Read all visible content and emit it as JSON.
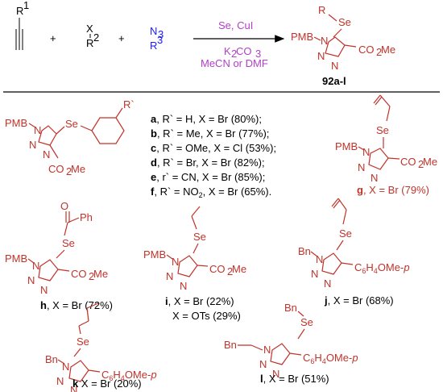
{
  "reaction": {
    "alkyne_r": "R",
    "alkyne_sup": "1",
    "plus1": "+",
    "halide_x": "X",
    "halide_r": "R",
    "halide_sup": "2",
    "plus2": "+",
    "azide_n3": "N",
    "azide_n3_sub": "3",
    "azide_r": "R",
    "azide_sup": "3",
    "conditions_above": "Se, CuI",
    "conditions_below_1": "K",
    "conditions_below_1_sub": "2",
    "conditions_below_1b": "CO",
    "conditions_below_1_sub2": "3",
    "conditions_below_2": "MeCN or DMF",
    "product_label": "92a-l"
  },
  "atoms": {
    "se": "Se",
    "n": "N",
    "pmb": "PMB",
    "bn": "Bn",
    "co2me": "CO",
    "co2me_sub": "2",
    "co2me_end": "Me",
    "r": "R",
    "rprime": "R`",
    "o": "O",
    "ph": "Ph",
    "aryl_c6": "C",
    "aryl_sub6": "6",
    "aryl_h4": "H",
    "aryl_sub4": "4",
    "aryl_ome": "OMe-",
    "aryl_p": "p"
  },
  "series_list": [
    {
      "letter": "a",
      "text": ", R` = H, X = Br (80%);"
    },
    {
      "letter": "b",
      "text": ", R` = Me, X = Br (77%);"
    },
    {
      "letter": "c",
      "text": ", R` = OMe, X = Cl (53%);"
    },
    {
      "letter": "d",
      "text": ", R` = Br, X = Br (82%);"
    },
    {
      "letter": "e",
      "text": ", r` = CN, X = Br (85%);"
    },
    {
      "letter": "f",
      "text": ", R` = NO"
    }
  ],
  "series_f_sub": "2",
  "series_f_end": ", X = Br (65%).",
  "labels": {
    "g": {
      "letter": "g",
      "text": ", X = Br (79%)"
    },
    "h": {
      "letter": "h",
      "text": ", X = Br (72%)"
    },
    "i": {
      "letter": "i",
      "text": ", X = Br (22%)",
      "text2": "X = OTs (29%)"
    },
    "j": {
      "letter": "j",
      "text": ", X = Br (68%)"
    },
    "k": {
      "letter": "k",
      "text": " X = Br (20%)"
    },
    "l": {
      "letter": "l",
      "text": ", X = Br (51%)"
    }
  }
}
